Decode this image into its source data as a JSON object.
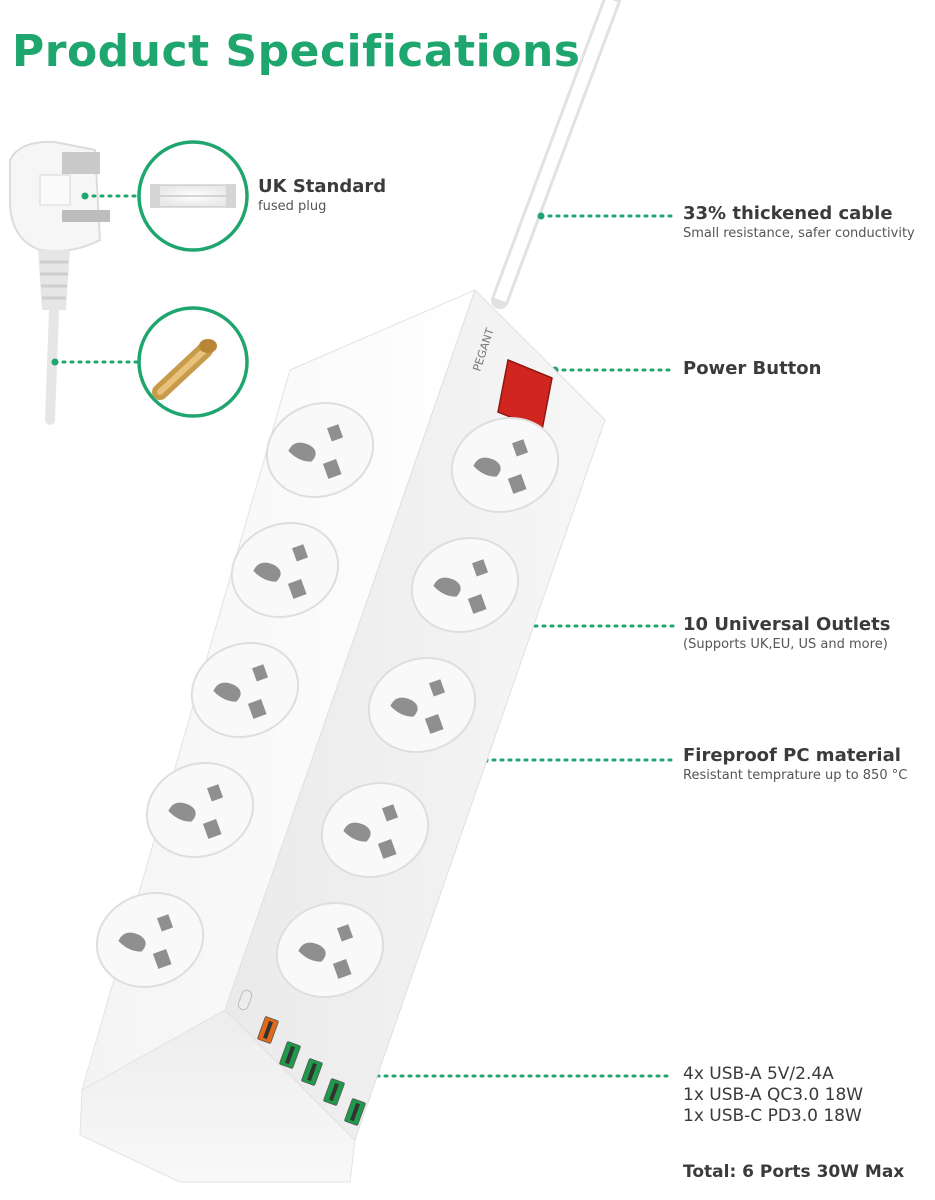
{
  "title": "Product Specifications",
  "brand": "PEGANT",
  "callouts": {
    "plug": {
      "heading": "UK Standard",
      "sub": "fused plug"
    },
    "cable": {
      "heading": "33% thickened cable",
      "sub": "Small resistance, safer conductivity"
    },
    "power": {
      "heading": "Power Button"
    },
    "outlets": {
      "heading": "10 Universal Outlets",
      "sub": "(Supports UK,EU, US and more)"
    },
    "material": {
      "heading": "Fireproof PC material",
      "sub": "Resistant temprature up to 850 °C"
    }
  },
  "usb": {
    "lines": [
      "4x USB-A 5V/2.4A",
      "1x USB-A QC3.0 18W",
      "1x USB-C PD3.0 18W"
    ],
    "total": "Total: 6 Ports 30W Max"
  },
  "colors": {
    "accent": "#1fa66e",
    "switch": "#d0261f",
    "usb_green": "#1e9a4a",
    "usb_orange": "#e06a1a"
  }
}
